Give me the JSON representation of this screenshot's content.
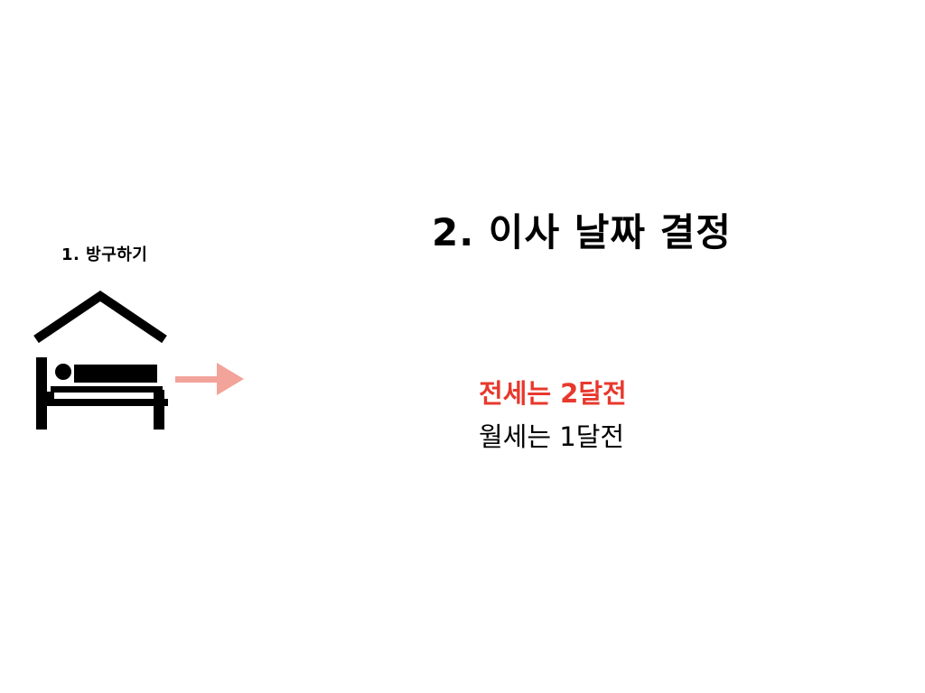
{
  "step1": {
    "label": "1. 방구하기",
    "icon": "bed-in-house-icon"
  },
  "arrow": {
    "icon": "right-arrow-icon",
    "color": "#f2a39a"
  },
  "step2": {
    "heading": "2. 이사 날짜 결정"
  },
  "notes": {
    "jeonse": "전세는 2달전",
    "wolse": "월세는 1달전"
  },
  "colors": {
    "highlight": "#e8382d",
    "text": "#000000",
    "background": "#ffffff"
  }
}
